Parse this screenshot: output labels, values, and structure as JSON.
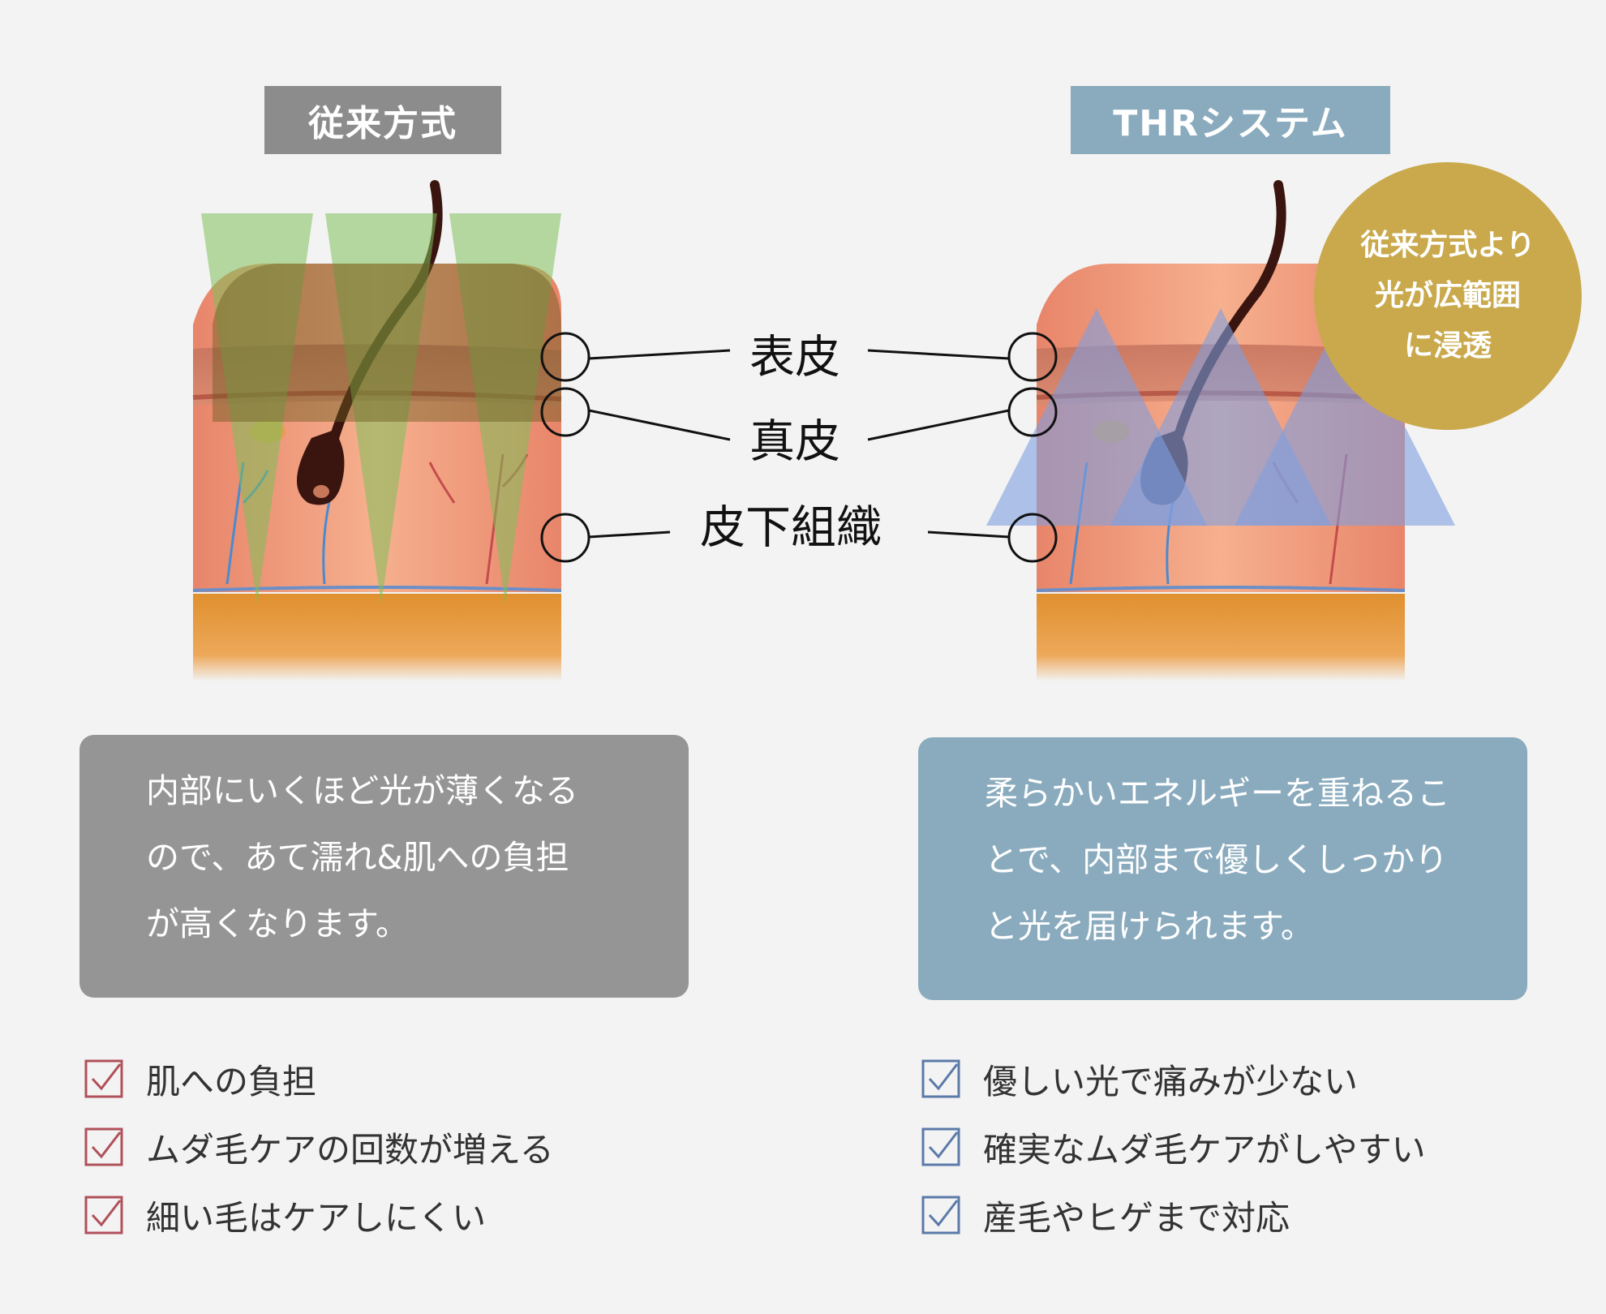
{
  "left_panel": {
    "title": "従来方式",
    "description": [
      "内部にいくほど光が薄くなる",
      "ので、あて濡れ&肌への負担",
      "が高くなります。"
    ],
    "checklist": [
      "肌への負担",
      "ムダ毛ケアの回数が増える",
      "細い毛はケアしにくい"
    ],
    "check_color": "#b0505a",
    "beam_color": "#7dbf5a"
  },
  "right_panel": {
    "title": "THRシステム",
    "badge": [
      "従来方式より",
      "光が広範囲",
      "に浸透"
    ],
    "description": [
      "柔らかいエネルギーを重ねるこ",
      "とで、内部まで優しくしっかり",
      "と光を届けられます。"
    ],
    "checklist": [
      "優しい光で痛みが少ない",
      "確実なムダ毛ケアがしやすい",
      "産毛やヒゲまで対応"
    ],
    "check_color": "#5b7aa8",
    "beam_color": "#7f9ee0"
  },
  "layers": {
    "epidermis": "表皮",
    "dermis": "真皮",
    "subcutaneous": "皮下組織"
  },
  "colors": {
    "gray_box": "#959595",
    "blue_box": "#8aabbe",
    "badge": "#c9a94c",
    "skin": "#f0a080",
    "fat": "#e8a040",
    "hair": "#3a1510"
  }
}
